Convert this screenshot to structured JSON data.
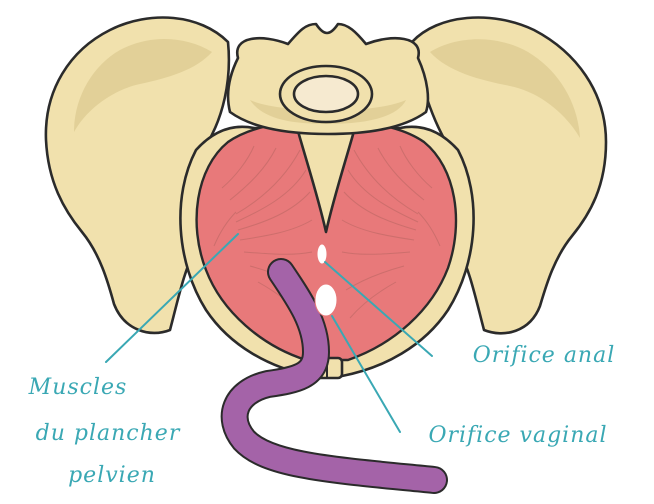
{
  "labels": {
    "muscles_line1": "Muscles",
    "muscles_line2": "du plancher",
    "muscles_line3": "pelvien",
    "anal": "Orifice anal",
    "vaginal": "Orifice vaginal"
  },
  "colors": {
    "bone": "#f1e1ad",
    "muscle": "#e8797a",
    "uterus_tube": "#a463a8",
    "annotation": "#3aa8b4",
    "orifice": "#ffffff"
  }
}
